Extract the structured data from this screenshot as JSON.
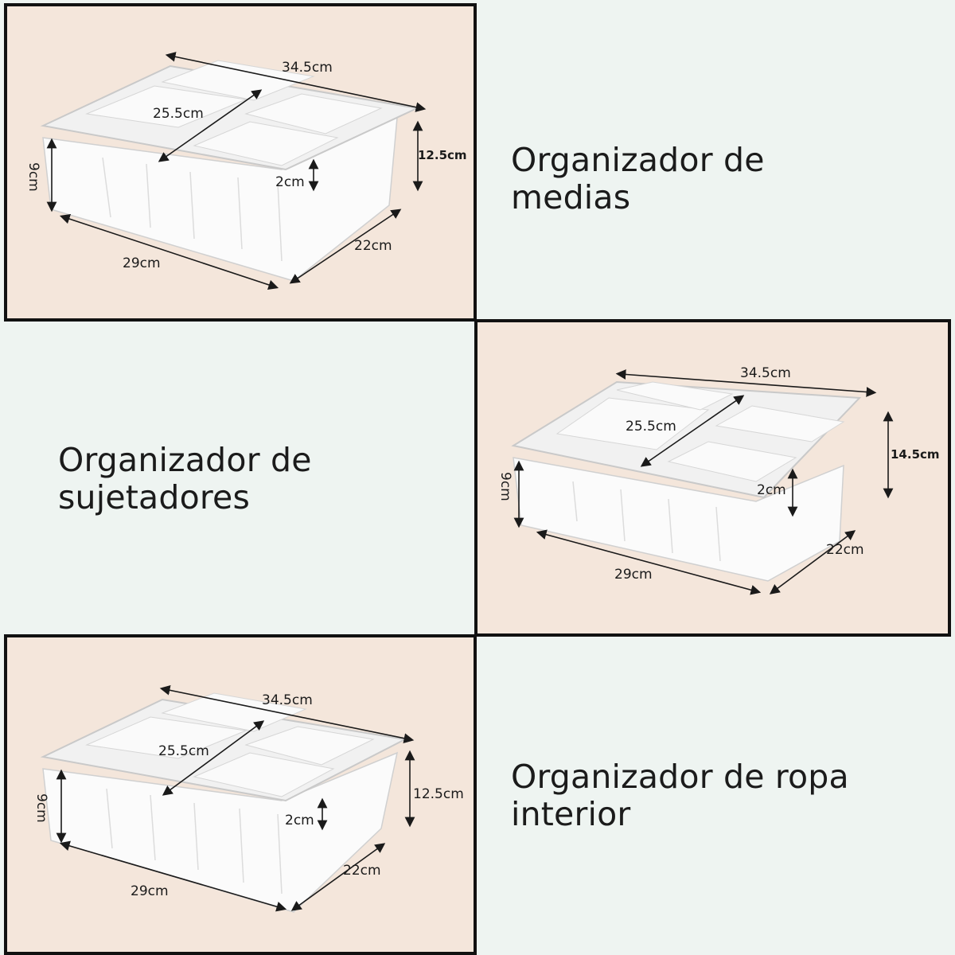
{
  "products": [
    {
      "caption_lines": [
        "Organizador de",
        "medias"
      ],
      "dimensions": {
        "length": "34.5cm",
        "inner": "25.5cm",
        "side_height": "12.5cm",
        "lip": "2cm",
        "height": "9cm",
        "width": "29cm",
        "depth": "22cm"
      }
    },
    {
      "caption_lines": [
        "Organizador de",
        "sujetadores"
      ],
      "dimensions": {
        "length": "34.5cm",
        "inner": "25.5cm",
        "side_height": "14.5cm",
        "lip": "2cm",
        "height": "9cm",
        "width": "29cm",
        "depth": "22cm"
      }
    },
    {
      "caption_lines": [
        "Organizador de ropa",
        "interior"
      ],
      "dimensions": {
        "length": "34.5cm",
        "inner": "25.5cm",
        "side_height": "12.5cm",
        "lip": "2cm",
        "height": "9cm",
        "width": "29cm",
        "depth": "22cm"
      }
    }
  ],
  "colors": {
    "panel_bg": "#f4e6db",
    "page_bg": "#eef4f1",
    "border": "#111111"
  }
}
